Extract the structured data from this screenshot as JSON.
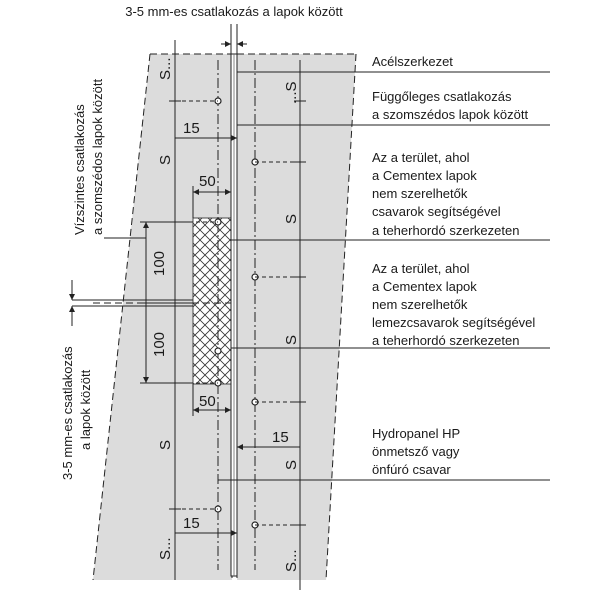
{
  "top_gap_label": "3-5 mm-es csatlakozás a lapok között",
  "right_labels": {
    "steel": [
      "Acélszerkezet"
    ],
    "vertical_joint": [
      "Függőleges csatlakozás",
      "a szomszédos lapok között"
    ],
    "area_screws": [
      "Az a terület, ahol",
      "a Cementex lapok",
      "nem szerelhetők",
      "csavarok segítségével",
      "a teherhordó szerkezeten"
    ],
    "area_sheet_screws": [
      "Az a terület, ahol",
      "a Cementex lapok",
      "nem szerelhetők",
      "lemezcsavarok segítségével",
      "a teherhordó szerkezeten"
    ],
    "hydropanel_screw": [
      "Hydropanel HP",
      "önmetsző vagy",
      "önfúró csavar"
    ]
  },
  "left_labels": {
    "horizontal_joint": [
      "Vízszintes csatlakozás",
      "a szomszédos lapok között"
    ],
    "gap_joint": [
      "3-5 mm-es csatlakozás",
      "a lapok között"
    ]
  },
  "dimensions": {
    "d15_top": "15",
    "d50_top": "50",
    "d100_upper": "100",
    "d100_lower": "100",
    "d50_bottom": "50",
    "d15_mid_right": "15",
    "d15_bottom": "15",
    "s_left_top": "S...",
    "s_left_mid": "S",
    "s_left_lower": "S",
    "s_left_bottom": "S...",
    "s_right_top": "...S",
    "s_right_mid1": "S",
    "s_right_mid2": "S",
    "s_right_lower": "S",
    "s_right_bottom": "S..."
  }
}
